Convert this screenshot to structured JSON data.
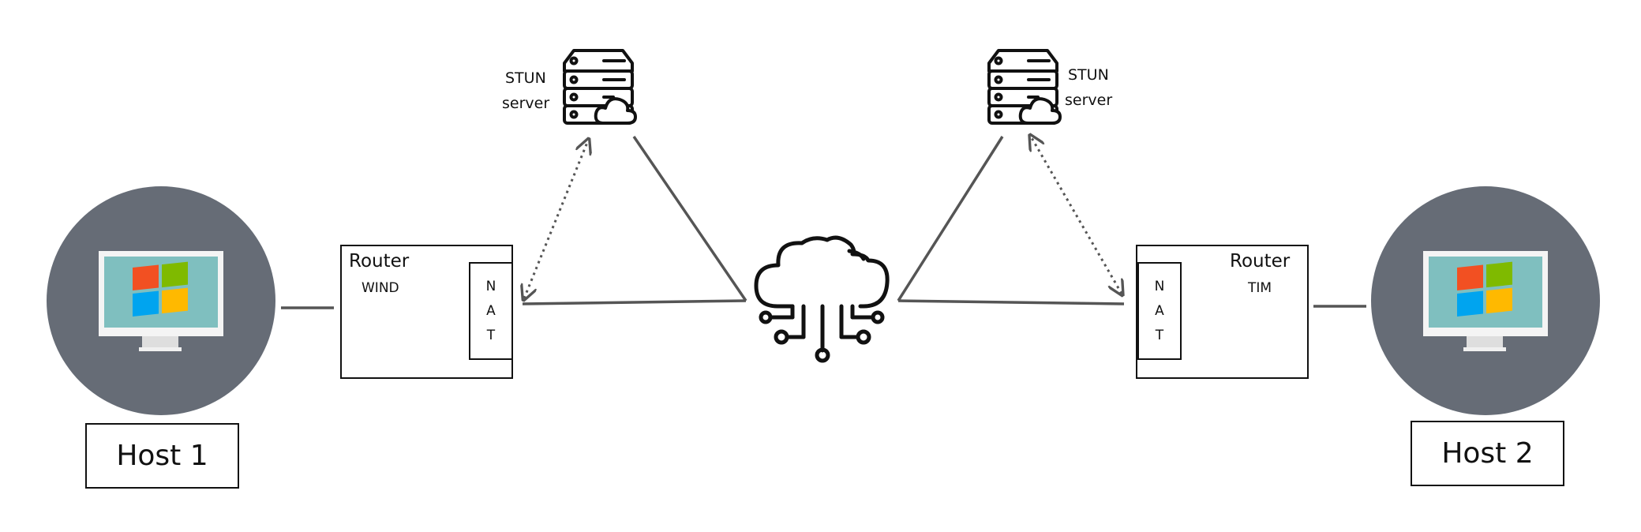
{
  "hosts": [
    {
      "label": "Host 1"
    },
    {
      "label": "Host 2"
    }
  ],
  "routers": [
    {
      "title": "Router",
      "isp": "WIND",
      "nat_letters": [
        "N",
        "A",
        "T"
      ]
    },
    {
      "title": "Router",
      "isp": "TIM",
      "nat_letters": [
        "N",
        "A",
        "T"
      ]
    }
  ],
  "stun_servers": [
    {
      "line1": "STUN",
      "line2": "server"
    },
    {
      "line1": "STUN",
      "line2": "server"
    }
  ],
  "colors": {
    "host_circle": "#666c76",
    "screen": "#7fbfbf",
    "line": "#555555",
    "win_red": "#f25022",
    "win_green": "#7fba00",
    "win_blue": "#00a4ef",
    "win_yellow": "#ffb900"
  },
  "icons": [
    "monitor-icon",
    "windows-logo-icon",
    "server-cloud-icon",
    "cloud-network-icon"
  ]
}
